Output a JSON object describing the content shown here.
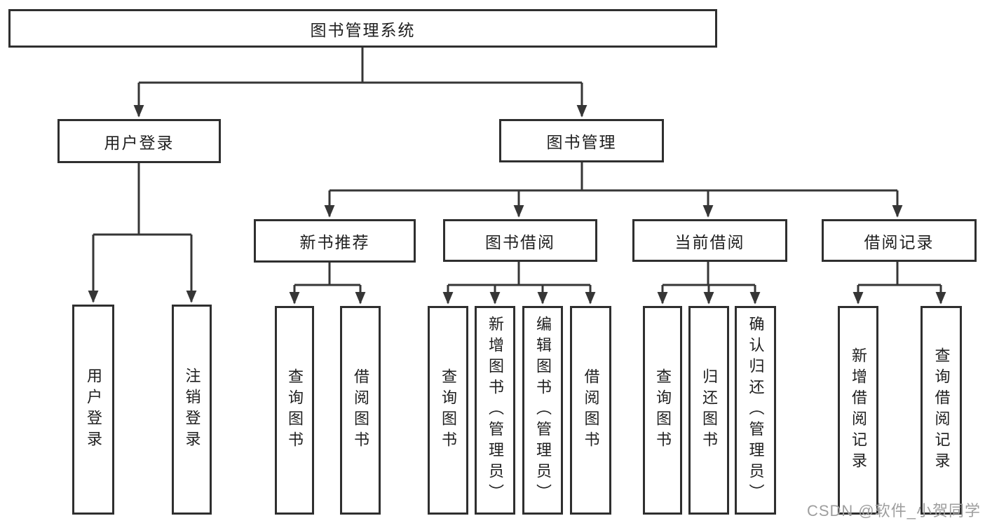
{
  "nodes": {
    "root": "图书管理系统",
    "user_login": "用户登录",
    "book_mgmt": "图书管理",
    "new_book_rec": "新书推荐",
    "book_borrow": "图书借阅",
    "current_borrow": "当前借阅",
    "borrow_records": "借阅记录",
    "leaf_user_login": "用户登录",
    "leaf_logout": "注销登录",
    "leaf_query_books_a": "查询图书",
    "leaf_borrow_books_a": "借阅图书",
    "leaf_query_books_b": "查询图书",
    "leaf_add_books": "新增图书（管理员）",
    "leaf_edit_books": "编辑图书（管理员）",
    "leaf_borrow_books_b": "借阅图书",
    "leaf_query_books_c": "查询图书",
    "leaf_return_books": "归还图书",
    "leaf_confirm_return": "确认归还（管理员）",
    "leaf_add_borrow_record": "新增借阅记录",
    "leaf_query_borrow_record": "查询借阅记录"
  },
  "watermark": "CSDN @软件_小贺同学",
  "colors": {
    "line": "#363636",
    "box_border": "#2f2f2f",
    "text": "#1f1f1f",
    "watermark": "#9e9e9e",
    "background": "#ffffff"
  }
}
